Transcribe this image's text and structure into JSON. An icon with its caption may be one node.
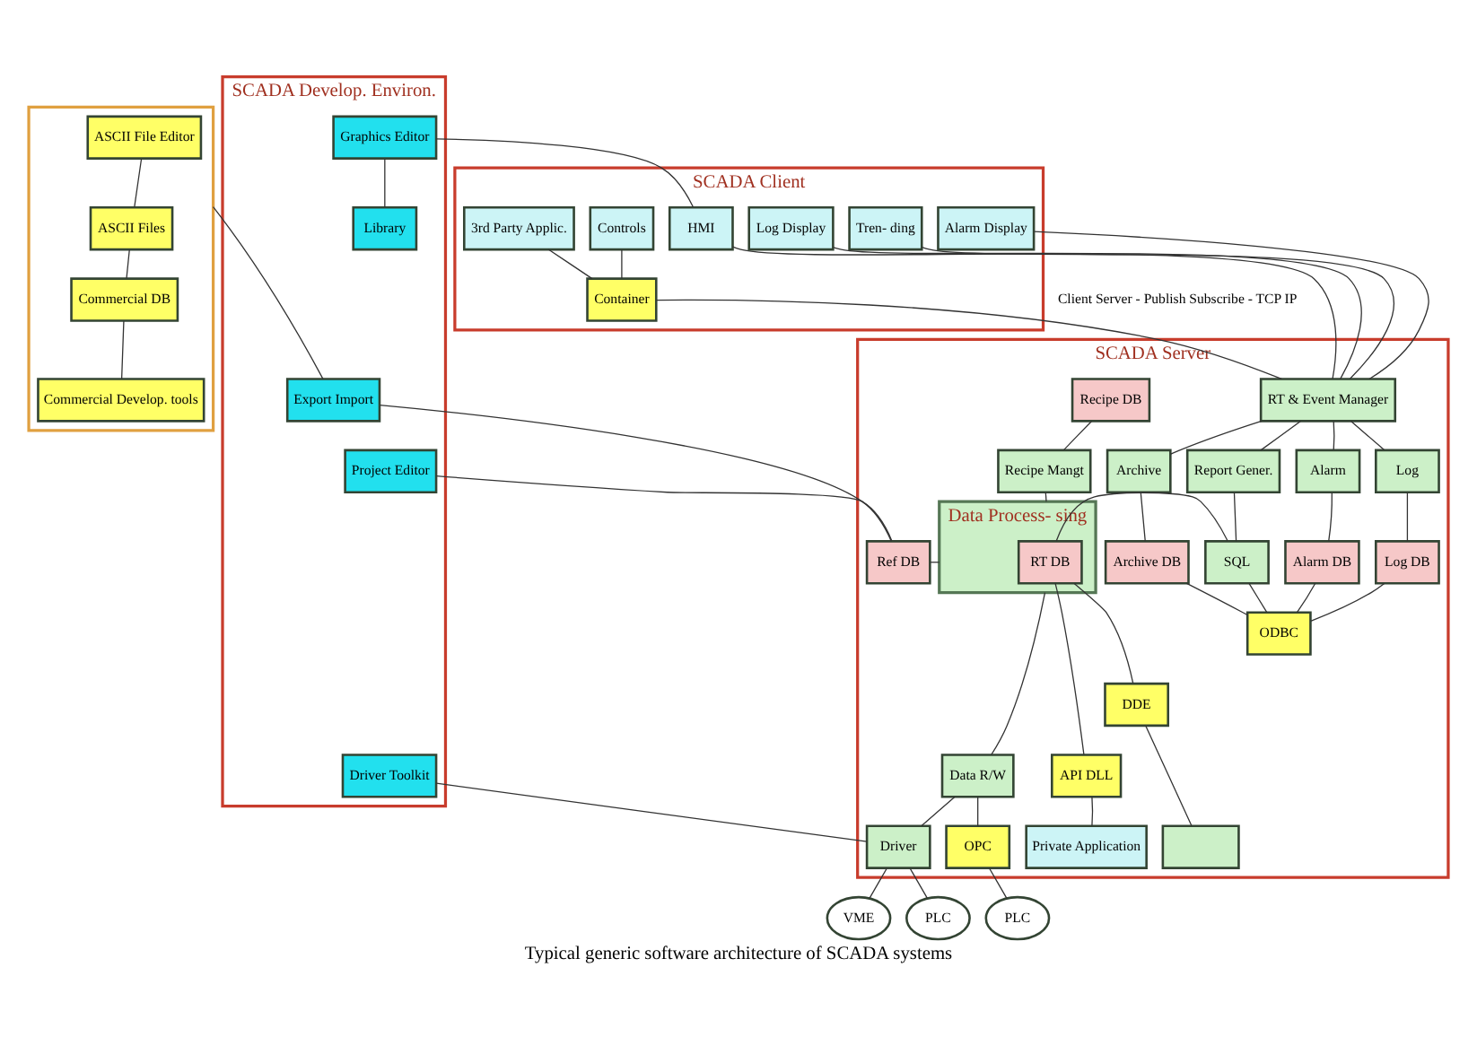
{
  "diagram": {
    "caption": "Typical generic software architecture of SCADA systems",
    "nodes": [
      {
        "text": [],
        "shape": "box"
      },
      {
        "text": [
          "ASCII File Editor"
        ],
        "in": 0
      },
      {
        "text": [
          "ASCII Files"
        ],
        "in": 0
      },
      {
        "text": [
          "Commercial DB"
        ],
        "in": 0
      },
      {
        "text": [
          "Commercial Develop. tools"
        ],
        "in": 0
      },
      {
        "text": [
          "SCADA Develop. Environ."
        ]
      },
      {
        "text": [
          "Graphics Editor"
        ],
        "in": 5
      },
      {
        "text": [
          "Library"
        ],
        "in": 5
      },
      {
        "text": [
          "Export Import"
        ],
        "in": 5
      },
      {
        "text": [
          "Project Editor"
        ],
        "in": 5
      },
      {
        "text": [
          "Driver Toolkit"
        ],
        "in": 5
      },
      {
        "text": [
          "SCADA Client"
        ]
      },
      {
        "text": [
          "HMI"
        ],
        "in": 11
      },
      {
        "text": [
          "Tren- ding"
        ],
        "in": 11
      },
      {
        "text": [
          "Alarm Display"
        ],
        "in": 11
      },
      {
        "text": [
          "Log Display"
        ],
        "in": 11
      },
      {
        "text": [
          "Controls"
        ],
        "in": 11
      },
      {
        "text": [
          "3rd Party Applic."
        ],
        "in": 11
      },
      {
        "text": [
          "Container"
        ],
        "in": 11
      },
      {
        "text": [
          "SCADA Server"
        ]
      },
      {
        "text": [
          "Recipe DB"
        ],
        "in": 19
      },
      {
        "text": [
          "Recipe Mangt"
        ],
        "in": 19
      },
      {
        "text": [
          "Ref DB"
        ],
        "in": 19
      },
      {
        "text": [
          "RT & Event Manager"
        ],
        "in": 19
      },
      {
        "text": [
          "Data Process- sing"
        ],
        "in": 19
      },
      {
        "text": [
          "RT DB"
        ],
        "in": 24
      },
      {
        "text": [
          "Report Gener."
        ],
        "in": 19
      },
      {
        "text": [
          "SQL"
        ],
        "in": 19
      },
      {
        "text": [
          "Alarm"
        ],
        "in": 19
      },
      {
        "text": [
          "Alarm DB"
        ],
        "in": 19
      },
      {
        "text": [
          "Log"
        ],
        "in": 19
      },
      {
        "text": [
          "Log DB"
        ],
        "in": 19
      },
      {
        "text": [
          "Archive"
        ],
        "in": 19
      },
      {
        "text": [
          "Archive DB"
        ],
        "in": 19
      },
      {
        "text": [
          "ODBC"
        ],
        "in": 19
      },
      {
        "text": [
          "DDE"
        ],
        "in": 19
      },
      {
        "text": [
          "API DLL"
        ],
        "in": 19
      },
      {
        "text": [
          "Data R/W"
        ],
        "in": 19
      },
      {
        "text": [
          "Driver"
        ],
        "in": 19
      },
      {
        "text": [
          "OPC"
        ],
        "in": 19
      },
      {
        "text": [
          "Private Application"
        ],
        "in": 19
      },
      {
        "text": [],
        "shape": "box",
        "in": 19
      },
      {
        "text": [
          "VME"
        ]
      },
      {
        "text": [
          "PLC"
        ]
      },
      {
        "text": [
          "PLC"
        ]
      }
    ],
    "edges": [
      {
        "from": 1,
        "to": 2,
        "arrow": "none"
      },
      {
        "from": 2,
        "to": 3,
        "arrow": "none"
      },
      {
        "from": 3,
        "to": 4,
        "arrow": "none"
      },
      {
        "from": 0,
        "to": 8,
        "arrow": "none"
      },
      {
        "from": 6,
        "to": 7,
        "arrow": "none"
      },
      {
        "from": 6,
        "to": 12,
        "arrow": "none"
      },
      {
        "from": 8,
        "to": 22,
        "arrow": "none"
      },
      {
        "from": 9,
        "to": 22,
        "arrow": "none"
      },
      {
        "from": 10,
        "to": 38,
        "arrow": "none"
      },
      {
        "from": 16,
        "to": 18,
        "arrow": "none"
      },
      {
        "from": 17,
        "to": 18,
        "arrow": "none"
      },
      {
        "from": 12,
        "to": 23,
        "arrow": "none"
      },
      {
        "from": 13,
        "to": 23,
        "arrow": "none"
      },
      {
        "from": 14,
        "to": 23,
        "arrow": "none"
      },
      {
        "from": 15,
        "to": 23,
        "arrow": "none"
      },
      {
        "from": 18,
        "to": 23,
        "arrow": "none"
      },
      {
        "from": 20,
        "to": 21,
        "arrow": "none"
      },
      {
        "from": 21,
        "to": 24,
        "arrow": "none"
      },
      {
        "from": 22,
        "to": 24,
        "arrow": "none"
      },
      {
        "from": 23,
        "to": 26,
        "arrow": "none"
      },
      {
        "from": 23,
        "to": 28,
        "arrow": "none"
      },
      {
        "from": 23,
        "to": 30,
        "arrow": "none"
      },
      {
        "from": 23,
        "to": 32,
        "arrow": "none"
      },
      {
        "from": 26,
        "to": 27,
        "arrow": "none"
      },
      {
        "from": 28,
        "to": 29,
        "arrow": "none"
      },
      {
        "from": 30,
        "to": 31,
        "arrow": "none"
      },
      {
        "from": 32,
        "to": 33,
        "arrow": "none"
      },
      {
        "from": 25,
        "to": 27,
        "arrow": "none"
      },
      {
        "from": 27,
        "to": 34,
        "arrow": "none"
      },
      {
        "from": 29,
        "to": 34,
        "arrow": "none"
      },
      {
        "from": 31,
        "to": 34,
        "arrow": "none"
      },
      {
        "from": 33,
        "to": 34,
        "arrow": "none"
      },
      {
        "from": 25,
        "to": 35,
        "arrow": "none"
      },
      {
        "from": 25,
        "to": 36,
        "arrow": "none"
      },
      {
        "from": 35,
        "to": 41,
        "arrow": "none"
      },
      {
        "from": 36,
        "to": 40,
        "arrow": "none"
      },
      {
        "from": 24,
        "to": 37,
        "arrow": "none"
      },
      {
        "from": 37,
        "to": 38,
        "arrow": "none"
      },
      {
        "from": 37,
        "to": 39,
        "arrow": "none"
      },
      {
        "from": 38,
        "to": 42,
        "arrow": "none"
      },
      {
        "from": 38,
        "to": 43,
        "arrow": "none"
      },
      {
        "from": 39,
        "to": 44,
        "arrow": "none"
      }
    ],
    "labels": [
      "Client Server - Publish Subscribe - TCP IP"
    ]
  }
}
